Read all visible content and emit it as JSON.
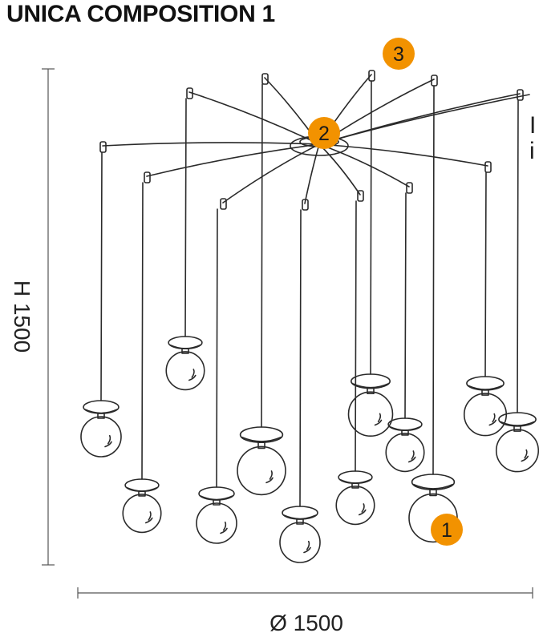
{
  "title": "UNICA COMPOSITION 1",
  "dimensions": {
    "height_label": "H 1500",
    "diameter_label": "Ø 1500"
  },
  "badges": [
    "1",
    "2",
    "3"
  ],
  "partial_text": [
    "I",
    "i"
  ],
  "colors": {
    "badge": "#f29200",
    "line": "#2a2a2a",
    "text": "#111111"
  }
}
